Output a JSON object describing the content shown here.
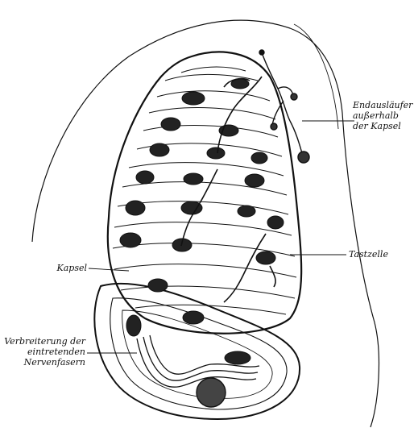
{
  "labels": {
    "endauslaufer": [
      "Endausläufer",
      "außerhalb",
      "der Kapsel"
    ],
    "tastzelle": "Tastzelle",
    "kapsel": "Kapsel",
    "verbreiterung": [
      "Verbreiterung der",
      "eintretenden",
      "Nervenfasern"
    ]
  },
  "colors": {
    "ink": "#111111",
    "paper": "#ffffff"
  }
}
